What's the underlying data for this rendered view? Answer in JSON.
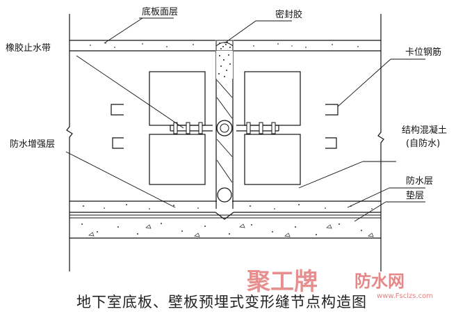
{
  "labels": {
    "slab_surface": "底板面层",
    "sealant": "密封胶",
    "waterstop": "橡胶止水带",
    "positioning_rebar": "卡位钢筋",
    "structural_concrete_1": "结构混凝土",
    "structural_concrete_2": "(自防水)",
    "reinforcement": "防水增强层",
    "waterproof_layer": "防水层",
    "cushion": "垫层"
  },
  "caption": "地下室底板、壁板预埋式变形缝节点构造图",
  "watermark": {
    "brand": "聚工牌",
    "suffix": "防水网",
    "url": "www.Fsclzs.com"
  }
}
